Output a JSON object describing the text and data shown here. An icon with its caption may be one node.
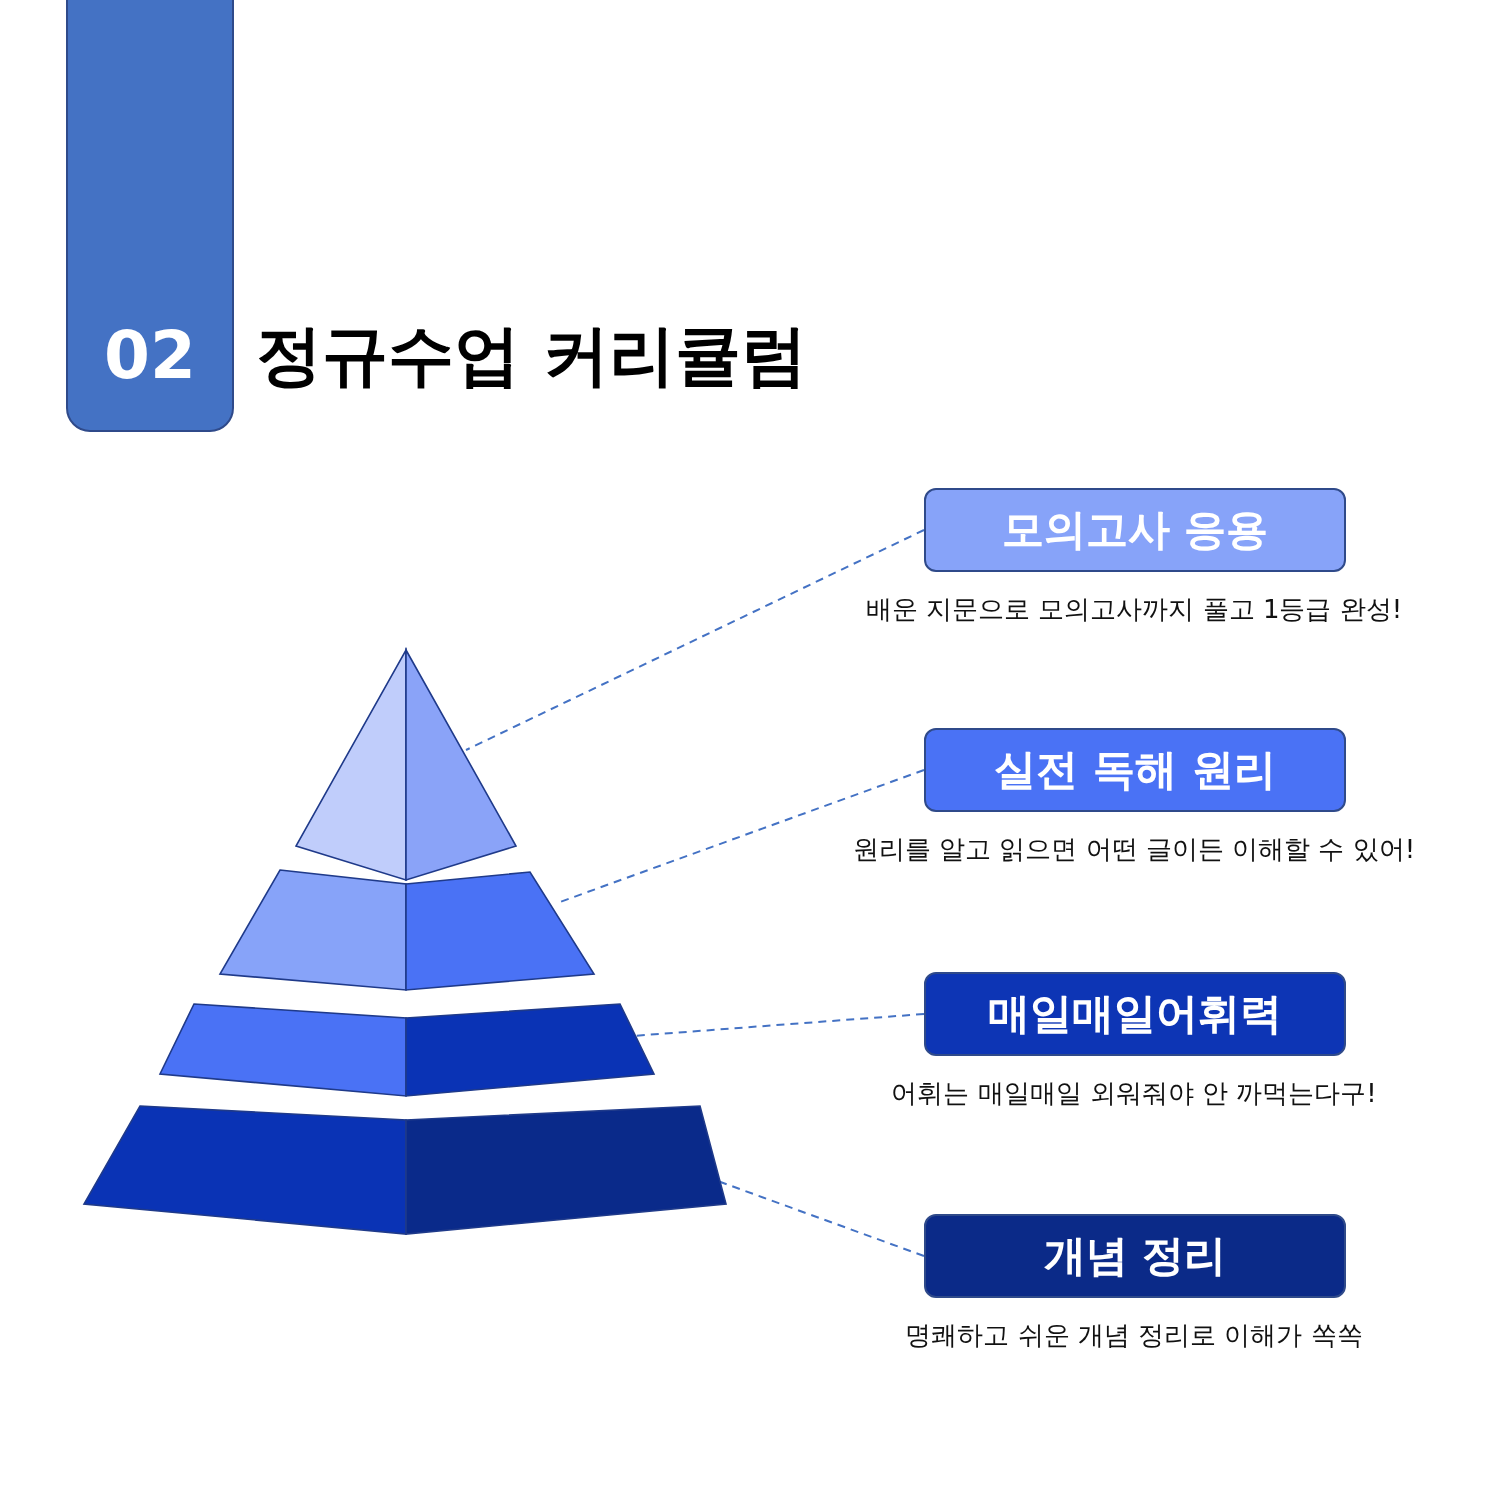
{
  "diagram": {
    "title": "정규수업 커리큘럼",
    "nodes": [
      {
        "text": [
          "02"
        ]
      },
      {
        "text": [
          "모의고사 응용"
        ],
        "beside": [
          "배운 지문으로 모의고사까지 풀고 1등급 완성!"
        ]
      },
      {
        "text": [
          "실전 독해 원리"
        ],
        "beside": [
          "원리를 알고 읽으면 어떤 글이든 이해할 수 있어!"
        ]
      },
      {
        "text": [
          "매일매일어휘력"
        ],
        "beside": [
          "어휘는 매일매일 외워줘야 안 까먹는다구!"
        ]
      },
      {
        "text": [
          "개념 정리"
        ],
        "beside": [
          "명쾌하고 쉬운 개념 정리로 이해가 쏙쏙"
        ]
      },
      {
        "text": [],
        "shape": "triangle"
      },
      {
        "text": [],
        "shape": "trapezoid"
      },
      {
        "text": [],
        "shape": "trapezoid"
      },
      {
        "text": [],
        "shape": "trapezoid"
      }
    ],
    "edges": [
      {
        "from": 1,
        "to": 5,
        "arrow": "none",
        "style": "dashed"
      },
      {
        "from": 2,
        "to": 6,
        "arrow": "none",
        "style": "dashed"
      },
      {
        "from": 3,
        "to": 7,
        "arrow": "none",
        "style": "dashed"
      },
      {
        "from": 4,
        "to": 8,
        "arrow": "none",
        "style": "dashed"
      }
    ]
  }
}
